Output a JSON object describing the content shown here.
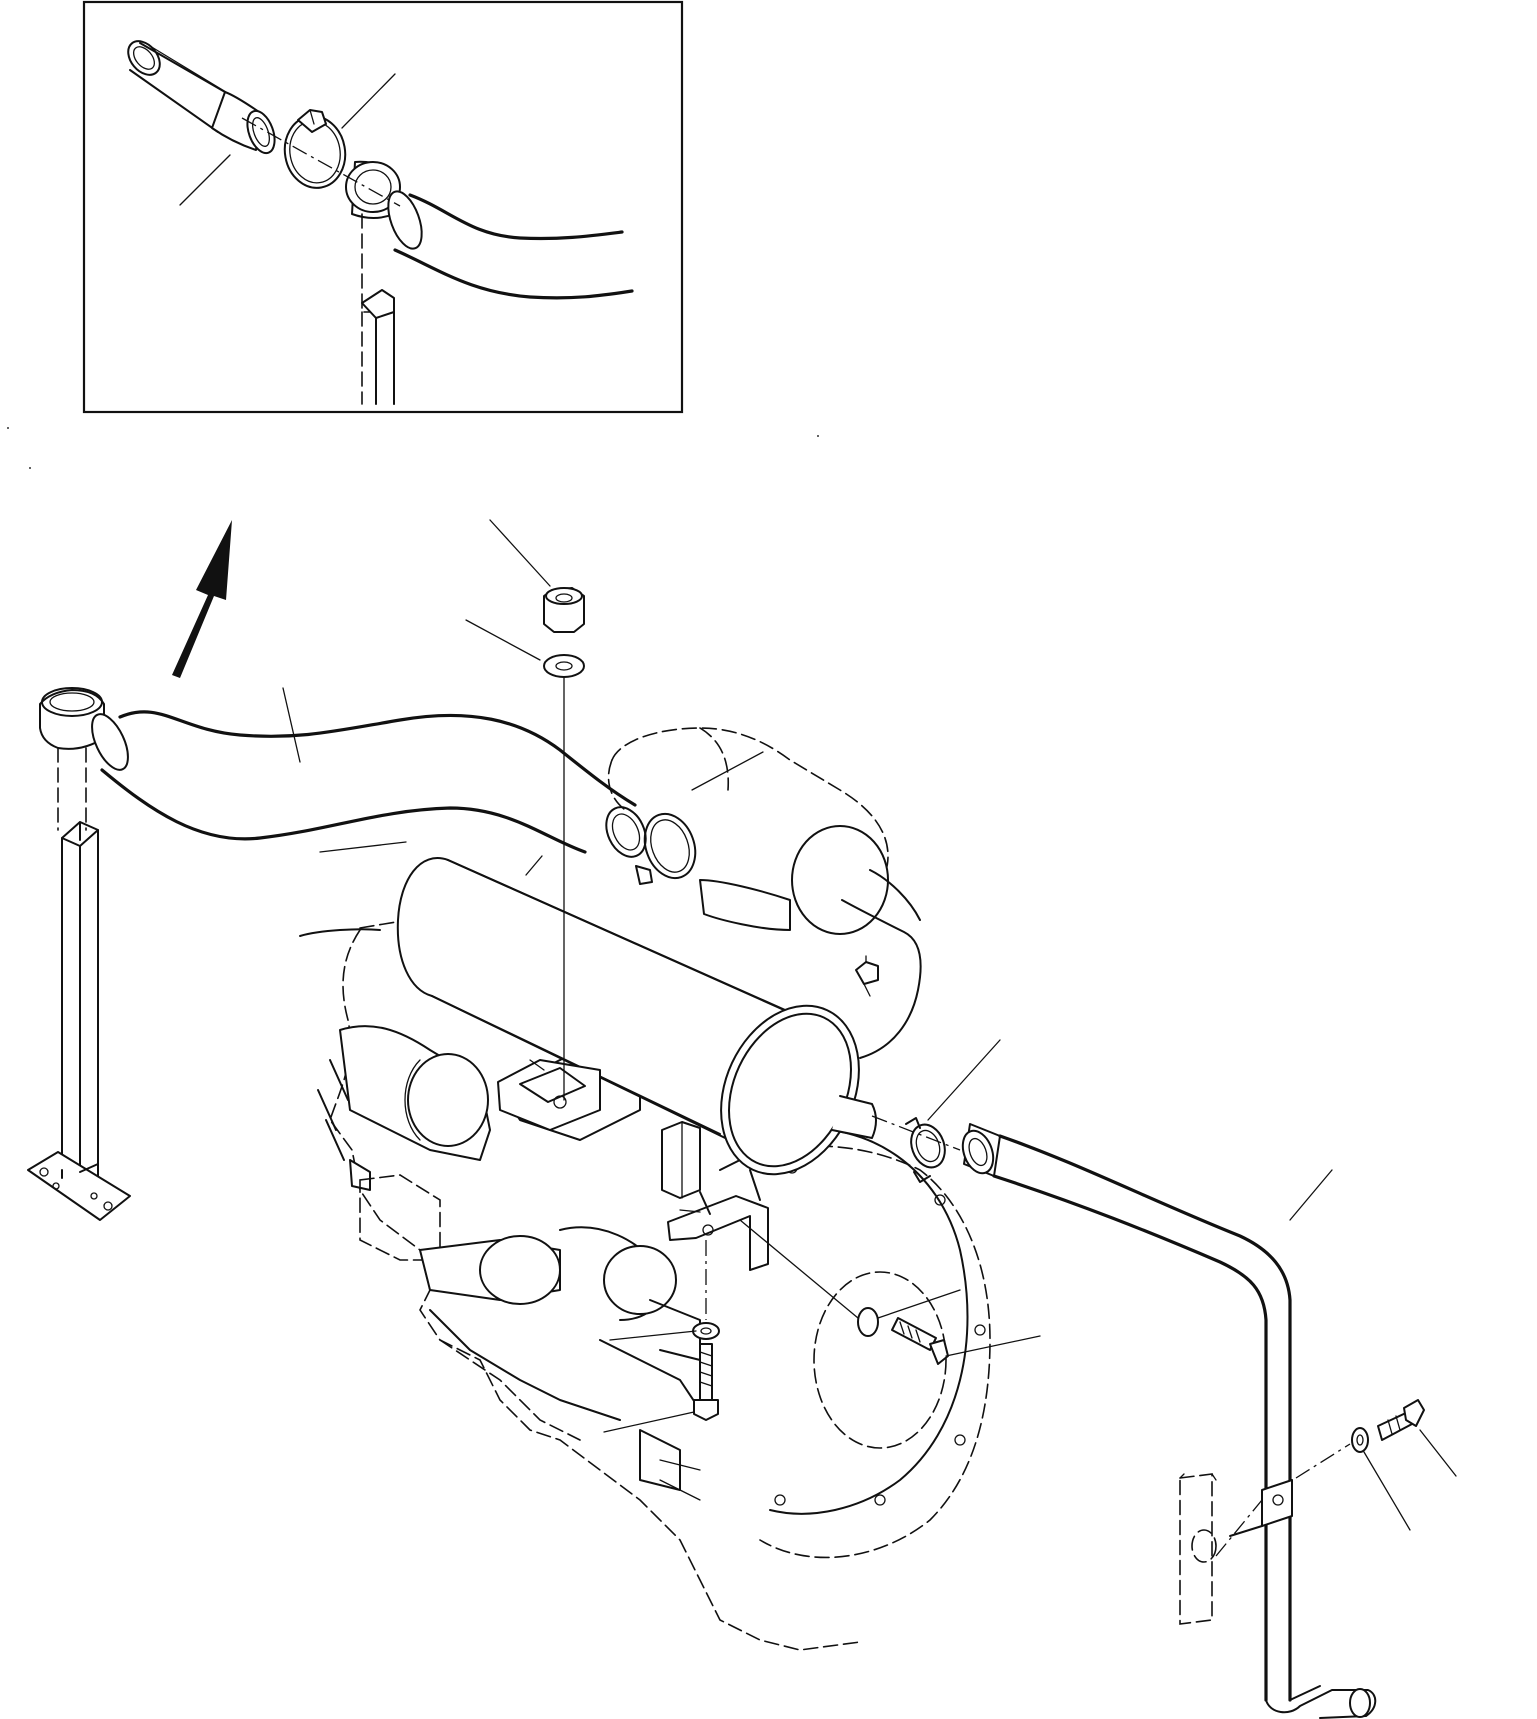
{
  "figure": {
    "colors": {
      "ink": "#111111",
      "paper": "#ffffff"
    },
    "parts": [
      "inset-detail-panel",
      "exhaust-pipe",
      "muffler",
      "engine",
      "flywheel-housing",
      "tail-pipe",
      "support-post",
      "direction-arrow"
    ]
  }
}
